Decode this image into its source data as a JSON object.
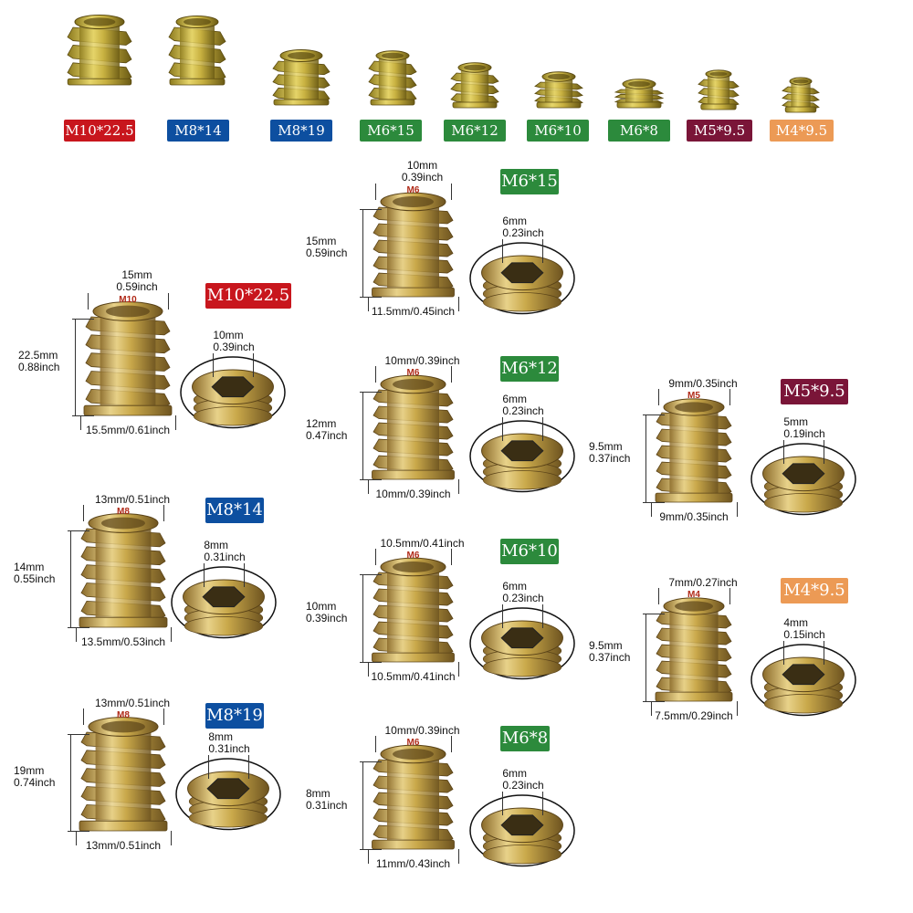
{
  "colors": {
    "red": "#c8161d",
    "blue": "#0d4fa0",
    "green": "#2c8a3c",
    "maroon": "#7a1538",
    "orange": "#ec9a55",
    "brass": "#c9a84a"
  },
  "top_row": [
    {
      "label": "M10*22.5",
      "color": "#c8161d"
    },
    {
      "label": "M8*14",
      "color": "#0d4fa0"
    },
    {
      "label": "M8*19",
      "color": "#0d4fa0"
    },
    {
      "label": "M6*15",
      "color": "#2c8a3c"
    },
    {
      "label": "M6*12",
      "color": "#2c8a3c"
    },
    {
      "label": "M6*10",
      "color": "#2c8a3c"
    },
    {
      "label": "M6*8",
      "color": "#2c8a3c"
    },
    {
      "label": "M5*9.5",
      "color": "#7a1538"
    },
    {
      "label": "M4*9.5",
      "color": "#ec9a55"
    }
  ],
  "details": [
    {
      "badge": "M10*22.5",
      "color": "#c8161d",
      "thread": "M10",
      "top_l1": "15mm",
      "top_l2": "0.59inch",
      "h_l1": "22.5mm",
      "h_l2": "0.88inch",
      "bottom": "15.5mm/0.61inch",
      "hex_l1": "10mm",
      "hex_l2": "0.39inch"
    },
    {
      "badge": "M8*14",
      "color": "#0d4fa0",
      "thread": "M8",
      "top_l1": "13mm/0.51inch",
      "top_l2": "",
      "h_l1": "14mm",
      "h_l2": "0.55inch",
      "bottom": "13.5mm/0.53inch",
      "hex_l1": "8mm",
      "hex_l2": "0.31inch"
    },
    {
      "badge": "M8*19",
      "color": "#0d4fa0",
      "thread": "M8",
      "top_l1": "13mm/0.51inch",
      "top_l2": "",
      "h_l1": "19mm",
      "h_l2": "0.74inch",
      "bottom": "13mm/0.51inch",
      "hex_l1": "8mm",
      "hex_l2": "0.31inch"
    },
    {
      "badge": "M6*15",
      "color": "#2c8a3c",
      "thread": "M6",
      "top_l1": "10mm",
      "top_l2": "0.39inch",
      "h_l1": "15mm",
      "h_l2": "0.59inch",
      "bottom": "11.5mm/0.45inch",
      "hex_l1": "6mm",
      "hex_l2": "0.23inch"
    },
    {
      "badge": "M6*12",
      "color": "#2c8a3c",
      "thread": "M6",
      "top_l1": "10mm/0.39inch",
      "top_l2": "",
      "h_l1": "12mm",
      "h_l2": "0.47inch",
      "bottom": "10mm/0.39inch",
      "hex_l1": "6mm",
      "hex_l2": "0.23inch"
    },
    {
      "badge": "M6*10",
      "color": "#2c8a3c",
      "thread": "M6",
      "top_l1": "10.5mm/0.41inch",
      "top_l2": "",
      "h_l1": "10mm",
      "h_l2": "0.39inch",
      "bottom": "10.5mm/0.41inch",
      "hex_l1": "6mm",
      "hex_l2": "0.23inch"
    },
    {
      "badge": "M6*8",
      "color": "#2c8a3c",
      "thread": "M6",
      "top_l1": "10mm/0.39inch",
      "top_l2": "",
      "h_l1": "8mm",
      "h_l2": "0.31inch",
      "bottom": "11mm/0.43inch",
      "hex_l1": "6mm",
      "hex_l2": "0.23inch"
    },
    {
      "badge": "M5*9.5",
      "color": "#7a1538",
      "thread": "M5",
      "top_l1": "9mm/0.35inch",
      "top_l2": "",
      "h_l1": "9.5mm",
      "h_l2": "0.37inch",
      "bottom": "9mm/0.35inch",
      "hex_l1": "5mm",
      "hex_l2": "0.19inch"
    },
    {
      "badge": "M4*9.5",
      "color": "#ec9a55",
      "thread": "M4",
      "top_l1": "7mm/0.27inch",
      "top_l2": "",
      "h_l1": "9.5mm",
      "h_l2": "0.37inch",
      "bottom": "7.5mm/0.29inch",
      "hex_l1": "4mm",
      "hex_l2": "0.15inch"
    }
  ]
}
